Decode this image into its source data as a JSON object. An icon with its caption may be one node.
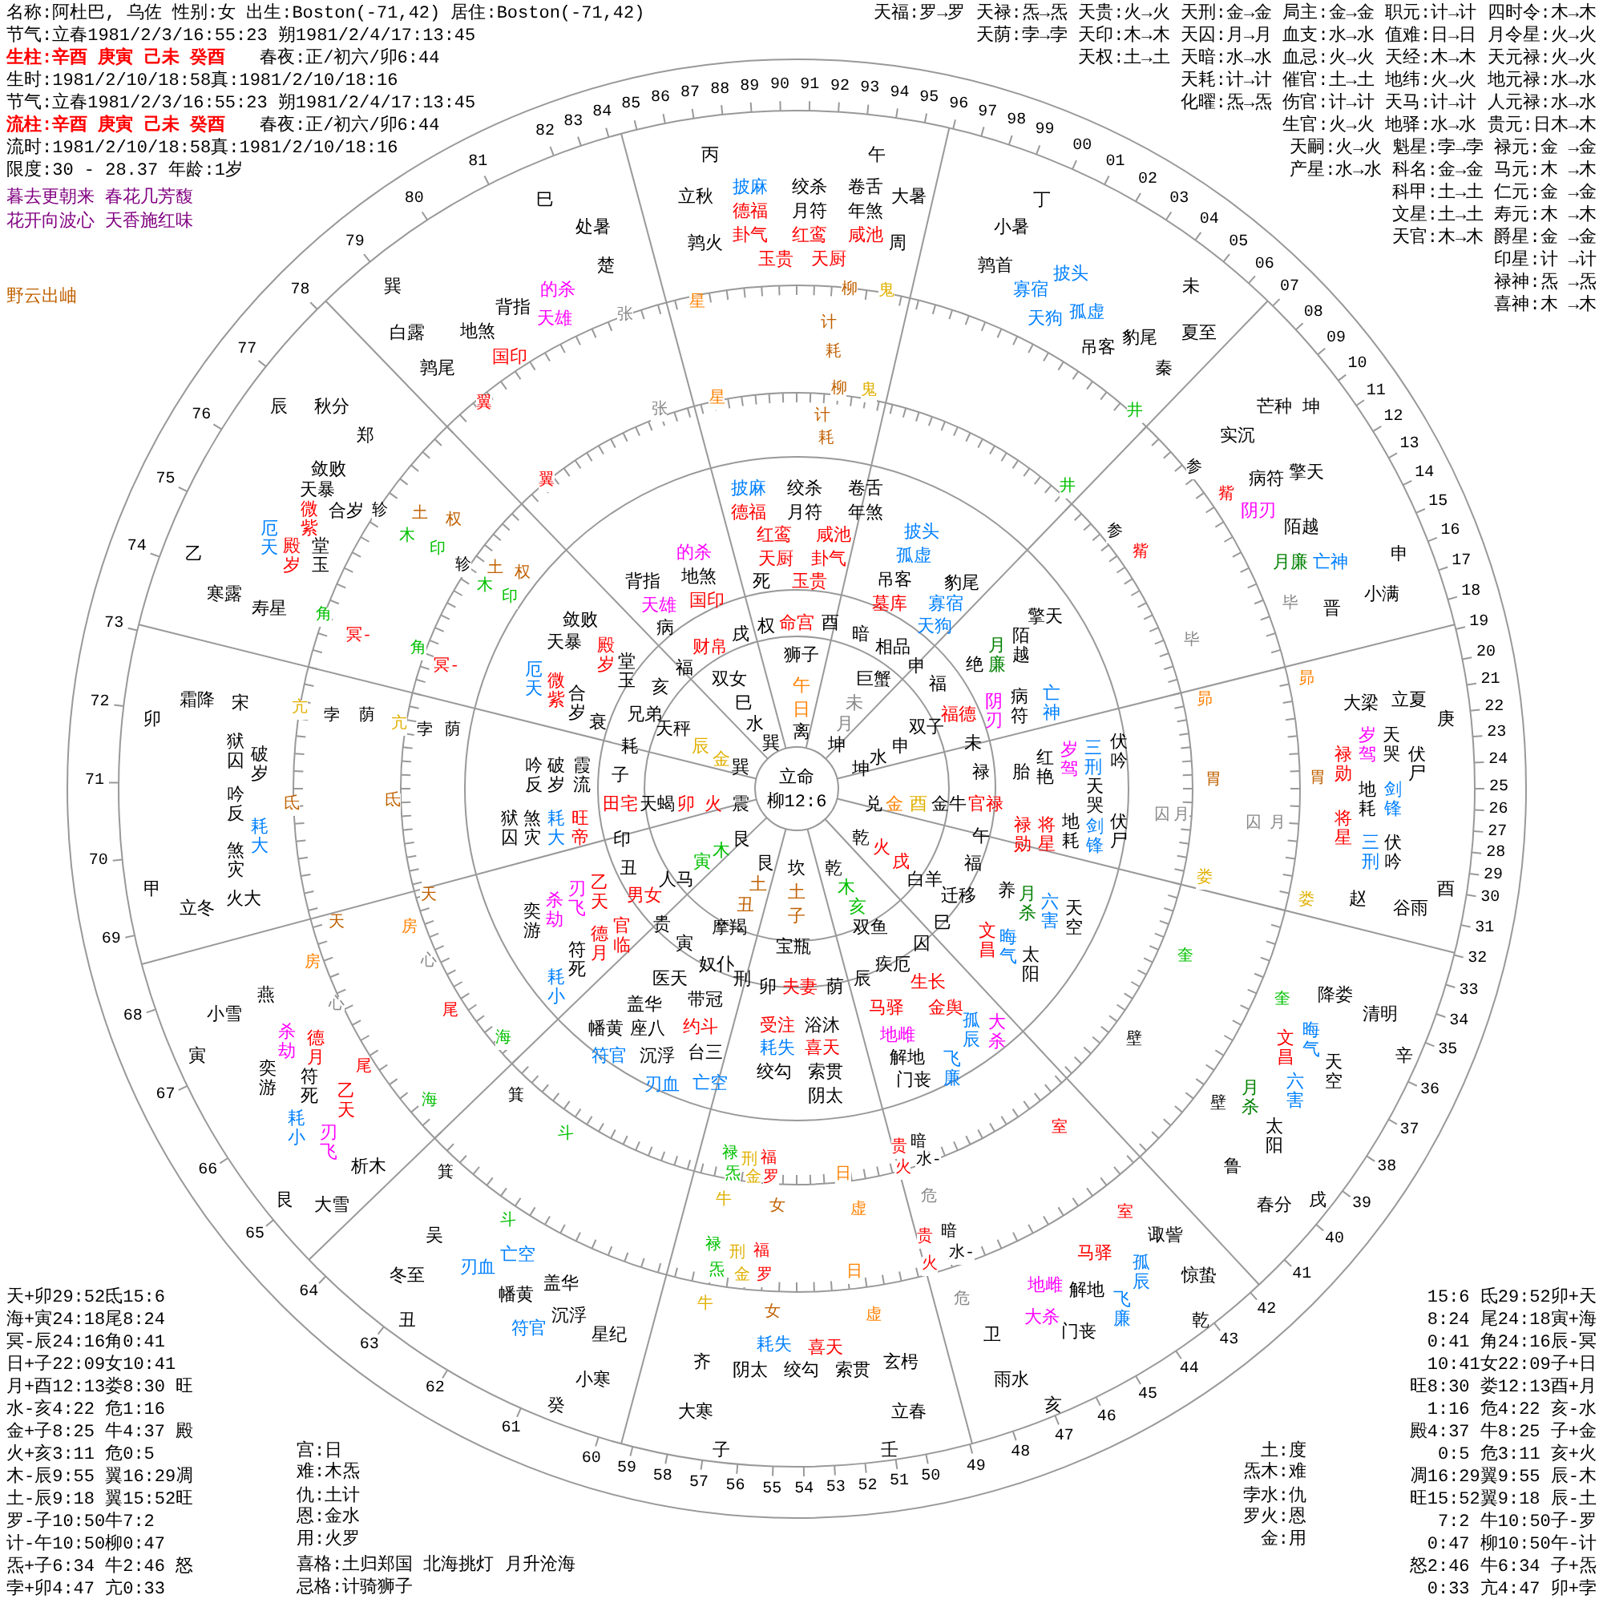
{
  "diagram": {
    "labels": [
      "名称:阿杜巴, 乌佐 性别:女 出生:Boston(-71,42) 居住:Boston(-71,42)",
      "节气:立春1981/2/3/16:55:23 朔1981/2/4/17:13:45",
      "生柱:辛酉 庚寅 己未 癸酉",
      "春夜:正/初六/卯6:44",
      "生时:1981/2/10/18:58真:1981/2/10/18:16",
      "节气:立春1981/2/3/16:55:23 朔1981/2/4/17:13:45",
      "流柱:辛酉 庚寅 己未 癸酉",
      "春夜:正/初六/卯6:44",
      "流时:1981/2/10/18:58真:1981/2/10/18:16",
      "限度:30 - 28.37 年龄:1岁",
      "暮去更朝来 春花几芳馥",
      "花开向波心 天香施红味",
      "野云出岫",
      "天福:罗→罗 天禄:炁→炁 天贵:火→火 天刑:金→金 局主:金→金 职元:计→计 四时令:木→木",
      "天荫:孛→孛 天印:木→木 天囚:月→月 血支:水→水 值难:日→日 月令星:火→火",
      "天权:土→土 天暗:水→水 血忌:火→火 天经:木→木 天元禄:火→火",
      "天耗:计→计 催官:土→土 地纬:火→火 地元禄:水→水",
      "化曜:炁→炁 伤官:计→计 天马:计→计 人元禄:水→水",
      "生官:火→火 地驿:水→水 贵元:日木→木",
      "天嗣:火→火 魁星:孛→孛 禄元:金 →金",
      "产星:水→水 科名:金→金 马元:木 →木",
      "科甲:土→土 仁元:金 →金",
      "文星:土→土 寿元:木 →木",
      "天官:木→木 爵星:金 →金",
      "印星:计 →计",
      "禄神:炁 →炁",
      "喜神:木 →木",
      "天+卯29:52氐15:6",
      "海+寅24:18尾8:24",
      "冥-辰24:16角0:41",
      "日+子22:09女10:41",
      "月+酉12:13娄8:30 旺",
      "水-亥4:22 危1:16",
      "金+子8:25 牛4:37 殿",
      "火+亥3:11 危0:5",
      "木-辰9:55 翼16:29凋",
      "土-辰9:18 翼15:52旺",
      "罗-子10:50牛7:2",
      "计-午10:50柳0:47",
      "炁+子6:34 牛2:46 怒",
      "孛+卯4:47 亢0:33",
      "宫:日",
      "难:木炁",
      "仇:土计",
      "恩:金水",
      "用:火罗",
      "喜格:土归郑国 北海挑灯 月升沧海",
      "忌格:计骑狮子",
      "15:6 氐29:52卯+天",
      "8:24 尾24:18寅+海",
      "0:41 角24:16辰-冥",
      "10:41女22:09子+日",
      "旺8:30 娄12:13酉+月",
      "1:16 危4:22 亥-水",
      "殿4:37 牛8:25 子+金",
      "0:5 危3:11 亥+火",
      "凋16:29翼9:55 辰-木",
      "旺15:52翼9:18 辰-土",
      "7:2 牛10:50子-罗",
      "0:47 柳10:50午-计",
      "怒2:46 牛6:34 子+炁",
      "0:33 亢4:47 卯+孛",
      "土:度",
      "炁木:难",
      "孛水:仇",
      "罗火:恩",
      "金:用",
      "00",
      "01",
      "02",
      "03",
      "04",
      "05",
      "06",
      "07",
      "08",
      "09",
      "10",
      "11",
      "12",
      "13",
      "14",
      "15",
      "16",
      "17",
      "18",
      "19",
      "20",
      "21",
      "22",
      "23",
      "24",
      "25",
      "26",
      "27",
      "28",
      "29",
      "30",
      "31",
      "32",
      "33",
      "34",
      "35",
      "36",
      "37",
      "38",
      "39",
      "40",
      "41",
      "42",
      "43",
      "44",
      "45",
      "61",
      "60",
      "59",
      "58",
      "57",
      "56",
      "55",
      "54",
      "53",
      "52",
      "51",
      "50",
      "49",
      "48",
      "47",
      "46",
      "62",
      "63",
      "64",
      "65",
      "66",
      "67",
      "68",
      "69",
      "70",
      "71",
      "72",
      "73",
      "74",
      "75",
      "76",
      "77",
      "78",
      "79",
      "80",
      "81",
      "82",
      "83",
      "84",
      "85",
      "86",
      "87",
      "88",
      "89",
      "90",
      "91",
      "92",
      "93",
      "94",
      "95",
      "96",
      "97",
      "98",
      "99",
      "丙",
      "午",
      "巳",
      "丁",
      "巽",
      "未",
      "辰",
      "坤",
      "乙",
      "申",
      "卯",
      "庚",
      "甲",
      "酉",
      "寅",
      "辛",
      "艮",
      "戌",
      "丑",
      "乾",
      "癸",
      "亥",
      "子",
      "壬",
      "立秋",
      "大暑",
      "处暑",
      "小暑",
      "白露",
      "夏至",
      "秋分",
      "芒种",
      "寒露",
      "小满",
      "霜降",
      "立夏",
      "立冬",
      "谷雨",
      "小雪",
      "清明",
      "大雪",
      "春分",
      "冬至",
      "惊蛰",
      "小寒",
      "雨水",
      "大寒",
      "立春",
      "鹑火",
      "周",
      "楚",
      "鹑首",
      "鹑尾",
      "秦",
      "郑",
      "实沉",
      "寿星",
      "晋",
      "宋",
      "大梁",
      "火大",
      "赵",
      "燕",
      "降娄",
      "析木",
      "鲁",
      "吴",
      "诹訾",
      "星纪",
      "卫",
      "齐",
      "玄枵",
      "披麻",
      "绞杀",
      "卷舌",
      "德福",
      "月符",
      "年煞",
      "卦气",
      "红鸾",
      "咸池",
      "玉贵",
      "天厨",
      "寡宿",
      "披头",
      "天狗",
      "孤虚",
      "吊客",
      "豹尾",
      "病符",
      "擎天",
      "阴刃",
      "陌越",
      "月廉",
      "亡神",
      "禄勋",
      "岁驾",
      "天哭",
      "伏尸",
      "地耗",
      "剑锋",
      "将星",
      "三刑",
      "伏吟",
      "文昌",
      "晦气",
      "天空",
      "月杀",
      "六害",
      "太阳",
      "马驿",
      "孤辰",
      "飞廉",
      "地雌",
      "解地",
      "大杀",
      "门丧",
      "耗失",
      "喜天",
      "阴太",
      "绞勾",
      "索贯",
      "刃血",
      "亡空",
      "幡黄",
      "盖华",
      "符官",
      "沉浮",
      "杀劫",
      "德月",
      "奕游",
      "符死",
      "乙天",
      "耗小",
      "刃飞",
      "狱囚",
      "破岁",
      "吟反",
      "耗大",
      "煞灾",
      "敛败",
      "天暴",
      "合岁",
      "微紫",
      "厄天",
      "殿岁",
      "堂玉",
      "的杀",
      "天雄",
      "背指",
      "地煞",
      "国印",
      "柳",
      "鬼",
      "井",
      "参",
      "觜",
      "毕",
      "昴",
      "胃",
      "娄",
      "奎",
      "壁",
      "室",
      "牛",
      "女",
      "虚",
      "危",
      "斗",
      "箕",
      "尾",
      "心",
      "房",
      "氐",
      "亢",
      "角",
      "轸",
      "翼",
      "张",
      "星",
      "柳",
      "鬼",
      "井",
      "参",
      "觜",
      "毕",
      "昴",
      "胃",
      "娄",
      "奎",
      "壁",
      "室",
      "牛",
      "女",
      "虚",
      "危",
      "斗",
      "箕",
      "尾",
      "心",
      "房",
      "氐",
      "亢",
      "角",
      "轸",
      "翼",
      "张",
      "星",
      "计",
      "耗",
      "土",
      "权",
      "木",
      "印",
      "冥-",
      "孛",
      "荫",
      "天",
      "海",
      "禄",
      "刑",
      "福",
      "炁",
      "金",
      "罗",
      "日",
      "贵",
      "暗",
      "火",
      "水-",
      "囚",
      "月",
      "计",
      "耗",
      "土",
      "权",
      "木",
      "印",
      "冥-",
      "孛",
      "荫",
      "天",
      "海",
      "禄",
      "刑",
      "福",
      "炁",
      "金",
      "罗",
      "日",
      "贵",
      "暗",
      "火",
      "水-",
      "囚",
      "月",
      "披麻",
      "绞杀",
      "卷舌",
      "德福",
      "月符",
      "年煞",
      "红鸾",
      "咸池",
      "天厨",
      "卦气",
      "死",
      "玉贵",
      "披头",
      "孤虚",
      "吊客",
      "豹尾",
      "墓库",
      "寡宿",
      "天狗",
      "擎天",
      "陌越",
      "绝",
      "月廉",
      "阴刃",
      "病符",
      "亡神",
      "胎",
      "红艳",
      "岁驾",
      "三刑",
      "伏吟",
      "天哭",
      "禄勋",
      "将星",
      "地耗",
      "剑锋",
      "伏尸",
      "养",
      "月杀",
      "六害",
      "天空",
      "文昌",
      "晦气",
      "太阳",
      "生长",
      "马驿",
      "金舆",
      "孤辰",
      "大杀",
      "地雌",
      "解地",
      "飞廉",
      "门丧",
      "受注",
      "浴沐",
      "耗失",
      "喜天",
      "绞勾",
      "索贯",
      "阴太",
      "医天",
      "盖华",
      "带冠",
      "幡黄",
      "座八",
      "约斗",
      "符官",
      "沉浮",
      "台三",
      "刃血",
      "亡空",
      "奕游",
      "杀劫",
      "刃飞",
      "乙天",
      "德月",
      "官临",
      "符死",
      "耗小",
      "吟反",
      "破岁",
      "霞流",
      "狱囚",
      "煞灾",
      "耗大",
      "旺帝",
      "敛败",
      "天暴",
      "厄天",
      "微紫",
      "合岁",
      "衰",
      "殿岁",
      "堂玉",
      "的杀",
      "背指",
      "地煞",
      "天雄",
      "国印",
      "病",
      "权",
      "命宫",
      "酉",
      "暗",
      "相品",
      "申",
      "福",
      "福德",
      "未",
      "禄",
      "官禄",
      "午",
      "福",
      "迁移",
      "巳",
      "囚",
      "奴仆",
      "刑",
      "卯",
      "夫妻",
      "荫",
      "辰",
      "疾厄",
      "寅",
      "贵",
      "男女",
      "丑",
      "印",
      "田宅",
      "子",
      "耗",
      "兄弟",
      "亥",
      "福",
      "财帛",
      "戌",
      "狮子",
      "午",
      "日",
      "离",
      "巨蟹",
      "未",
      "月",
      "坤",
      "双子",
      "申",
      "水",
      "坤",
      "兑",
      "金",
      "酉",
      "金牛",
      "乾",
      "火",
      "戌",
      "白羊",
      "乾",
      "木",
      "亥",
      "双鱼",
      "坎",
      "土",
      "子",
      "宝瓶",
      "艮",
      "土",
      "丑",
      "摩羯",
      "艮",
      "木",
      "寅",
      "人马",
      "天蝎",
      "卯",
      "火",
      "震",
      "巽",
      "水",
      "巳",
      "双女",
      "巽",
      "金",
      "辰",
      "天秤",
      "立命",
      "柳12:6"
    ]
  }
}
